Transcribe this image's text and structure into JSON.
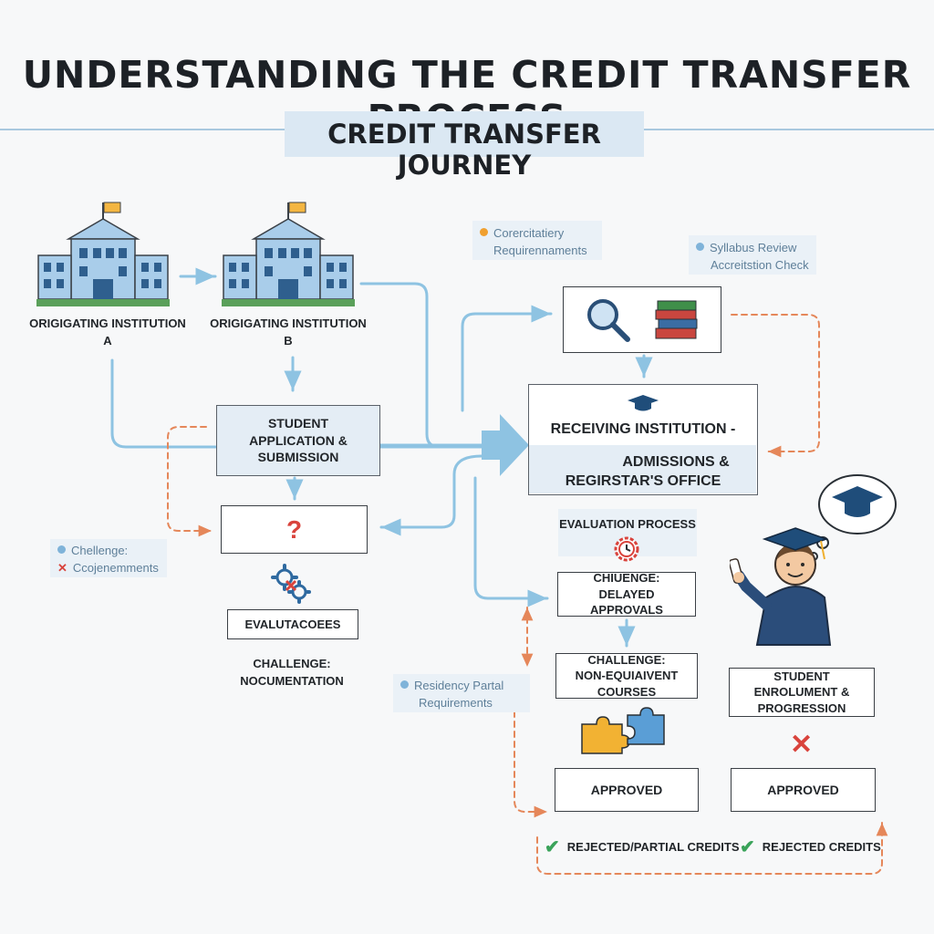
{
  "header": {
    "title": "UNDERSTANDING THE CREDIT TRANSFER PROCESS",
    "subtitle": "CREDIT TRANSFER JOURNEY"
  },
  "institutions": {
    "a_line1": "ORIGIGATING INSTITUTION",
    "a_line2": "A",
    "b_line1": "ORIGIGATING INSTITUTION",
    "b_line2": "B"
  },
  "steps": {
    "student_application": "STUDENT APPLICATION & SUBMISSION",
    "question_mark": "?",
    "evaluation_left": "EVALUTACOEES",
    "challenge_left_1": "CHALLENGE:",
    "challenge_left_2": "NOCUMENTATION",
    "receiving_line1": "RECEIVING INSTITUTION -",
    "receiving_line2": "ADMISSIONS &",
    "receiving_line3": "REGIRSTAR'S OFFICE",
    "evaluation_process": "EVALUATION PROCESS",
    "challenge_delayed": "CHIUENGE: DELAYED APPROVALS",
    "challenge_nonequiv_1": "CHALLENGE:",
    "challenge_nonequiv_2": "NON-EQUIAIVENT COURSES",
    "student_enrolment": "STUDENT ENROLUMENT & PROGRESSION",
    "approved_left": "APPROVED",
    "approved_right": "APPROVED",
    "rejected_partial": "REJECTED/PARTIAL CREDITS",
    "rejected_credits": "REJECTED CREDITS"
  },
  "notes": {
    "corr_line1": "Corercitatiery",
    "corr_line2": "Requirennaments",
    "syllabus_line1": "Syllabus Review",
    "syllabus_line2": "Accreitstion Check",
    "challenge_line1": "Chellenge:",
    "challenge_line2": "Ccojenemments",
    "residency_line1": "Residency Partal",
    "residency_line2": "Requirements"
  },
  "colors": {
    "flow_arrow": "#8ec3e2",
    "dashed_arrow": "#e5875a",
    "accent_blue": "#1f4d7a",
    "check_green": "#3aa35a",
    "cross_red": "#d9433c",
    "dot_orange": "#f0a030",
    "dot_blue": "#7fb3d9"
  },
  "icons": {
    "institution": "building-icon",
    "magnifier": "magnifier-icon",
    "books": "books-icon",
    "graduation_cap": "graduation-cap-icon",
    "gears": "gears-icon",
    "clock_gear": "clock-gear-icon",
    "puzzle": "puzzle-icon",
    "graduate": "graduate-figure",
    "check": "check-icon",
    "cross": "cross-icon"
  }
}
